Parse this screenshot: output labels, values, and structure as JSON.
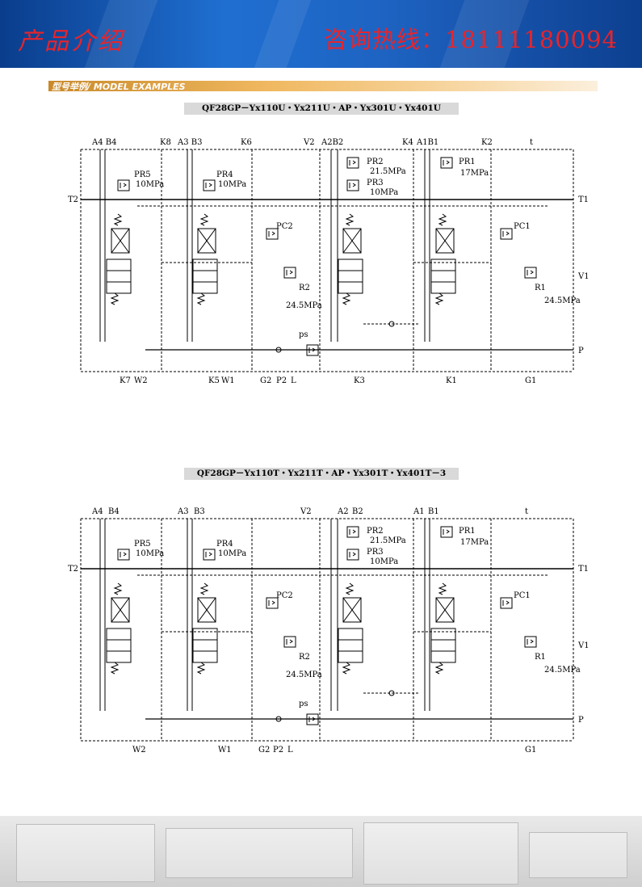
{
  "header": {
    "left_title": "产品介绍",
    "right_title": "咨询热线：18111180094"
  },
  "section": {
    "label": "型号举例/ MODEL EXAMPLES"
  },
  "diagram1": {
    "model": "QF28GP－Yx110U・Yx211U・AP・Yx301U・Yx401U",
    "top_labels": [
      "A4 B4",
      "K8",
      "A3 B3",
      "K6",
      "V2",
      "A2B2",
      "K4",
      "A1B1",
      "K2",
      "t"
    ],
    "side_labels": [
      "T2",
      "T1",
      "V1",
      "P"
    ],
    "valve_labels": [
      "PR5",
      "10MPa",
      "PR4",
      "10MPa",
      "PC2",
      "R2",
      "24.5MPa",
      "PR2",
      "21.5MPa",
      "PR3",
      "10MPa",
      "PR1",
      "17MPa",
      "PC1",
      "R1",
      "24.5MPa",
      "ps"
    ],
    "bottom_labels": [
      "K7",
      "W2",
      "K5",
      "W1",
      "G2",
      "P2",
      "L",
      "K3",
      "K1",
      "G1"
    ]
  },
  "diagram2": {
    "model": "QF28GP－Yx110T・Yx211T・AP・Yx301T・Yx401T－3",
    "top_labels": [
      "A4",
      "B4",
      "A3",
      "B3",
      "V2",
      "A2",
      "B2",
      "A1",
      "B1",
      "t"
    ],
    "side_labels": [
      "T2",
      "T1",
      "V1",
      "P"
    ],
    "valve_labels": [
      "PR5",
      "10MPa",
      "PR4",
      "10MPa",
      "PC2",
      "R2",
      "24.5MPa",
      "PR2",
      "21.5MPa",
      "PR3",
      "10MPa",
      "PR1",
      "17MPa",
      "PC1",
      "R1",
      "24.5MPa",
      "ps"
    ],
    "bottom_labels": [
      "W2",
      "W1",
      "G2",
      "P2",
      "L",
      "G1"
    ]
  }
}
